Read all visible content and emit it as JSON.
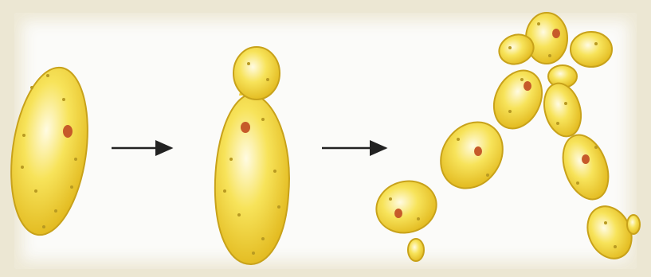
{
  "figure": {
    "stages": [
      {
        "name": "single-yeast-cell"
      },
      {
        "name": "budding-yeast-cell"
      },
      {
        "name": "chain-of-yeast-cells"
      }
    ],
    "arrows": 2
  },
  "colors": {
    "background_frame": "#ece7d3",
    "panel": "#fbfbf9",
    "cell_fill": "#f3d83a",
    "cell_highlight": "#fff8c8",
    "cell_outline": "#c8a21a",
    "nucleus": "#c65a2a",
    "granule": "#b89a22",
    "arrow": "#222222"
  }
}
